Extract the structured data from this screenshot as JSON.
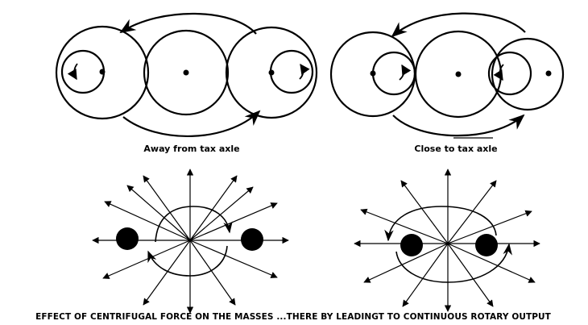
{
  "labels": {
    "away": "Away from tax axle",
    "close": "Close to tax axle",
    "caption": "EFFECT OF CENTRIFUGAL FORCE ON THE MASSES ...THERE BY LEADINGT TO CONTINUOUS ROTARY OUTPUT"
  },
  "colors": {
    "ink": "#000000",
    "background": "#ffffff"
  }
}
